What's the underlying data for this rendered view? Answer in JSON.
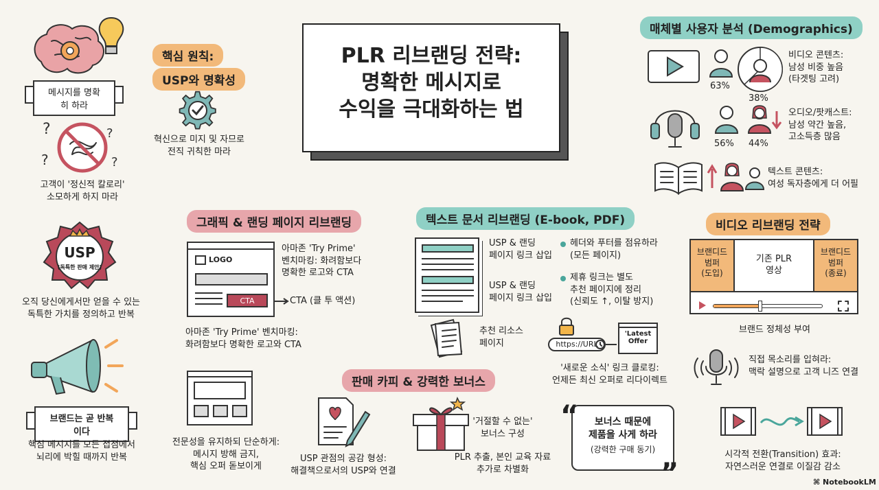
{
  "title": {
    "line1": "PLR 리브랜딩 전략:",
    "line2": "명확한 메시지로",
    "line3": "수익을 극대화하는 법"
  },
  "left": {
    "ribbon1": "메시지를 명확히 하라",
    "calorie_caption1": "고객이 '정신적 칼로리'",
    "calorie_caption2": "소모하게 하지 마라",
    "usp_badge": "USP",
    "usp_badge_sub": "(독특한 판매 제안)",
    "usp_caption1": "오직 당신에게서만 얻을 수 있는",
    "usp_caption2": "독특한 가치를 정의하고 반복",
    "ribbon2": "브랜드는 곧 반복이다",
    "repeat_caption1": "핵심 메시지를 모든 접점에서",
    "repeat_caption2": "뇌리에 박힐 때까지 반복"
  },
  "core": {
    "heading1": "핵심 원칙:",
    "heading2": "USP와 명확성",
    "caption1": "혁신으로 미지 및 자므로",
    "caption2": "전직 귀칙한 마라"
  },
  "graphic": {
    "heading": "그래픽 & 랜딩 페이지 리브랜딩",
    "logo": "LOGO",
    "cta": "CTA",
    "side1": "아마존 'Try Prime'",
    "side2": "벤치마킹: 화려함보다",
    "side3": "명확한 로고와 CTA",
    "cta_label": "CTA (클 투 액션)",
    "bottom1": "아마존 'Try Prime' 벤치마킹:",
    "bottom2": "화려함보다 명확한 로고와 CTA",
    "simple1": "전문성을 유지하되 단순하게:",
    "simple2": "메시지 방해 금지,",
    "simple3": "핵심 오퍼 돋보이게"
  },
  "text_docs": {
    "heading": "텍스트 문서 리브랜딩 (E-book, PDF)",
    "insert1a": "USP & 랜딩",
    "insert1b": "페이지 링크 삽입",
    "insert2a": "USP & 랜딩",
    "insert2b": "페이지 링크 삽입",
    "bullet1a": "헤더와 푸터를 점유하라",
    "bullet1b": "(모든 페이지)",
    "bullet2a": "제휴 링크는 별도",
    "bullet2b": "추천 페이지에 정리",
    "bullet2c": "(신뢰도 ↑, 이탈 방지)",
    "resource1": "추천 리소스",
    "resource2": "페이지",
    "url": "https://URL",
    "latest1": "'Latest",
    "latest2": "Offer",
    "news1": "'새로운 소식' 링크 클로킹:",
    "news2": "언제든 최신 오퍼로 리다이렉트"
  },
  "sales": {
    "heading": "판매 카피 & 강력한 보너스",
    "usp1": "USP 관점의 공감 형성:",
    "usp2": "해결책으로서의 USP와 연결",
    "bonus1": "'거절할 수 없는'",
    "bonus2": "보너스 구성",
    "plr1": "PLR 추출, 본인 교육 자료",
    "plr2": "추가로 차별화",
    "quote1": "보너스 때문에",
    "quote2": "제품을 사게 하라",
    "quote3": "(강력한 구매 동기)"
  },
  "demo": {
    "heading": "매체별 사용자 분석 (Demographics)",
    "video_pct_male": "63%",
    "video_pct_female": "38%",
    "video1": "비디오 콘텐츠:",
    "video2": "남성 비중 높음",
    "video3": "(타겟팅 고려)",
    "audio_pct_male": "56%",
    "audio_pct_female": "44%",
    "audio1": "오디오/팟캐스트:",
    "audio2": "남성 약간 높음,",
    "audio3": "고소득층 많음",
    "text1": "텍스트 콘텐츠:",
    "text2": "여성 독자층에게 더 어필"
  },
  "video": {
    "heading": "비디오 리브랜딩 전략",
    "intro1": "브랜디드",
    "intro2": "범퍼",
    "intro3": "(도입)",
    "middle1": "기존 PLR",
    "middle2": "영상",
    "outro1": "브랜디드",
    "outro2": "범퍼",
    "outro3": "(종료)",
    "caption": "브랜드 정체성 부여",
    "voice1": "직접 목소리를 입혀라:",
    "voice2": "맥락 설명으로 고객 니즈 연결",
    "trans1": "시각적 전환(Transition) 효과:",
    "trans2": "자연스러운 연결로 이질감 감소"
  },
  "footer": {
    "brand": "NotebookLM"
  }
}
